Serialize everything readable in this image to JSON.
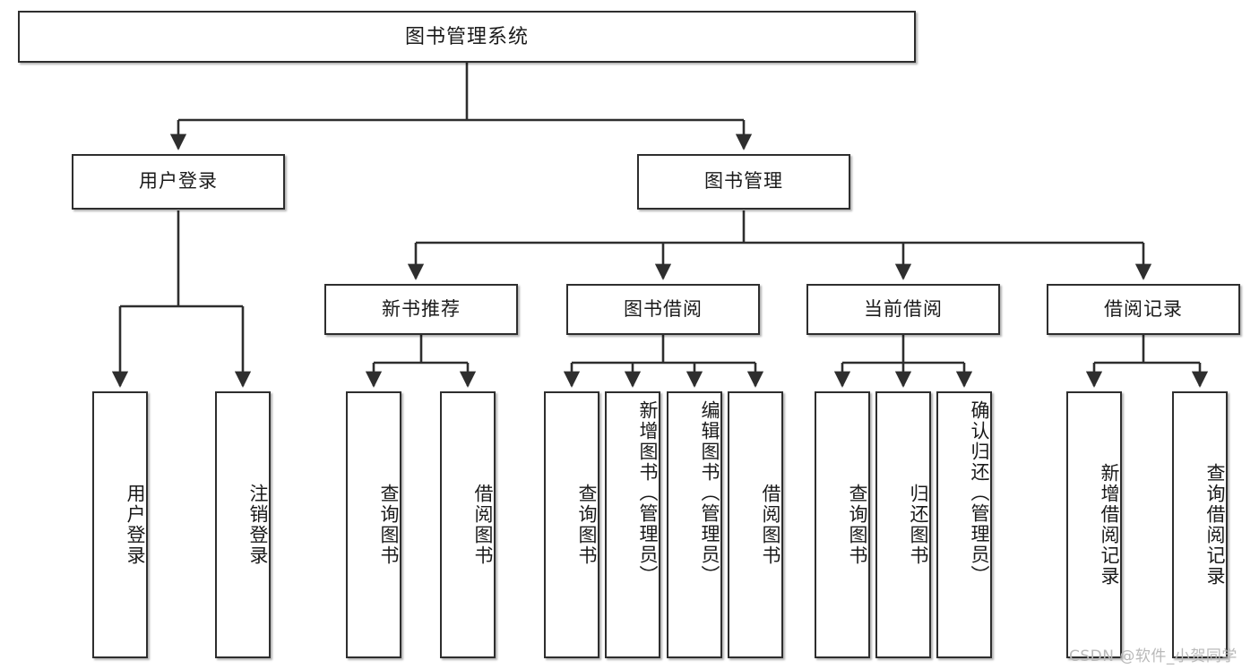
{
  "diagram": {
    "title": "图书管理系统",
    "type": "function-structure-tree",
    "stroke_color": "#2e2e2e",
    "fill_color": "#ffffff",
    "background": "#ffffff",
    "watermark": "CSDN @软件_小贺同学"
  },
  "nodes": {
    "root": {
      "label": "图书管理系统"
    },
    "level2": [
      {
        "id": "user-login",
        "label": "用户登录"
      },
      {
        "id": "book-management",
        "label": "图书管理"
      }
    ],
    "level3": [
      {
        "id": "new-book-recommend",
        "label": "新书推荐"
      },
      {
        "id": "book-borrow",
        "label": "图书借阅"
      },
      {
        "id": "current-borrow",
        "label": "当前借阅"
      },
      {
        "id": "borrow-record",
        "label": "借阅记录"
      }
    ],
    "leaves": {
      "user_login": [
        {
          "id": "leaf-user-login",
          "label": "用户登录"
        },
        {
          "id": "leaf-logout-login",
          "label": "注销登录"
        }
      ],
      "new_book_recommend": [
        {
          "id": "leaf-query-book-1",
          "label": "查询图书"
        },
        {
          "id": "leaf-borrow-book-1",
          "label": "借阅图书"
        }
      ],
      "book_borrow": [
        {
          "id": "leaf-query-book-2",
          "label": "查询图书"
        },
        {
          "id": "leaf-add-book",
          "label": "新增图书（管理员）"
        },
        {
          "id": "leaf-edit-book",
          "label": "编辑图书（管理员）"
        },
        {
          "id": "leaf-borrow-book-2",
          "label": "借阅图书"
        }
      ],
      "current_borrow": [
        {
          "id": "leaf-query-book-3",
          "label": "查询图书"
        },
        {
          "id": "leaf-return-book",
          "label": "归还图书"
        },
        {
          "id": "leaf-confirm-return",
          "label": "确认归还（管理员）"
        }
      ],
      "borrow_record": [
        {
          "id": "leaf-add-record",
          "label": "新增借阅记录"
        },
        {
          "id": "leaf-query-record",
          "label": "查询借阅记录"
        }
      ]
    }
  }
}
